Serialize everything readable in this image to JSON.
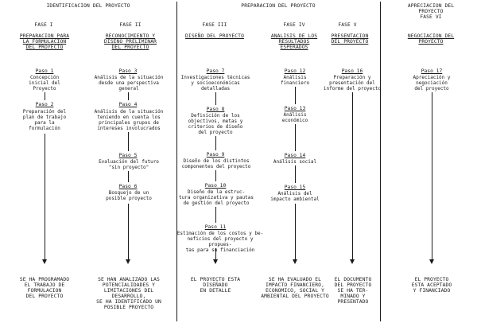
{
  "headers": {
    "identification": "IDENTIFICACION DEL PROYECTO",
    "preparation": "PREPARACION DEL PROYECTO",
    "appreciation": "APRECIACION DEL\nPROYECTO\nFASE VI"
  },
  "phases": [
    {
      "label": "FASE I",
      "title": "PREPARACION PARA\nLA FORMULACION\nDEL PROYECTO"
    },
    {
      "label": "FASE II",
      "title": "RECONOCIMIENTO Y\nDISEÑO PRELIMINAR\nDEL PROYECTO"
    },
    {
      "label": "FASE III",
      "title": "DISEÑO DEL PROYECTO"
    },
    {
      "label": "FASE IV",
      "title": "ANALISIS DE LOS\nRESULTADOS\nESPERADOS"
    },
    {
      "label": "FASE V",
      "title": "PRESENTACION\nDEL PROYECTO"
    },
    {
      "label": "",
      "title": "NEGOCIACION DEL\nPROYECTO"
    }
  ],
  "steps": [
    {
      "label": "Paso 1",
      "text": "Concepción\ninicial del\nProyecto"
    },
    {
      "label": "Paso 2",
      "text": "Preparación del\nplan de trabajo\npara la\nformulación"
    },
    {
      "label": "Paso 3",
      "text": "Análisis de la situación\ndesde una perspectiva\ngeneral"
    },
    {
      "label": "Paso 4",
      "text": "Análisis de la situación\nteniendo en cuenta los\nprincipales grupos de\nintereses involucrados"
    },
    {
      "label": "Paso 5",
      "text": "Evaluación del futuro\n\"sin proyecto\""
    },
    {
      "label": "Paso 6",
      "text": "Bosquejo de un\nposible proyecto"
    },
    {
      "label": "Paso 7",
      "text": "Investigaciones técnicas\ny socioeconómicas\ndetalladas"
    },
    {
      "label": "Paso 8",
      "text": "Definición de los\nobjectivos, metas y\ncriterios de diseño\ndel proyecto"
    },
    {
      "label": "Paso 9",
      "text": "Diseño de los distintos\ncomponentes del proyecto"
    },
    {
      "label": "Paso 10",
      "text": "Diseño de la estruc-\ntura organizativa y pautas\nde gestión del proyecto"
    },
    {
      "label": "Paso 11",
      "text": "Estimación de los costos y be-\nneficios del proyecto y propues-\ntas para su financiación"
    },
    {
      "label": "Paso 12",
      "text": "Análisis\nfinanciero"
    },
    {
      "label": "Paso 13",
      "text": "Análisis\neconómico"
    },
    {
      "label": "Paso 14",
      "text": "Análisis social"
    },
    {
      "label": "Paso 15",
      "text": "Análisis del\nimpacto ambiental"
    },
    {
      "label": "Paso 16",
      "text": "Preparación y\npresentación del\ninforme del proyecto"
    },
    {
      "label": "Paso 17",
      "text": "Apreciación y\nnegociación\ndel proyecto"
    }
  ],
  "outcomes": [
    "SE HA PROGRAMADO\nEL TRABAJO DE\nFORMULACION\nDEL PROYECTO",
    "SE HAN ANALIZADO LAS\nPOTENCIALIDADES Y\nLIMITACIONES DEL\nDESARROLLO,\nSE HA IDENTIFICADO UN\nPOSIBLE PROYECTO",
    "EL PROYECTO ESTA\nDISEÑADO\nEN DETALLE",
    "SE HA EVALUADO EL\nIMPACTO FINANCIERO,\nECONOMICO, SOCIAL Y\nAMBIENTAL DEL PROYECTO",
    "EL DOCUMENTO\nDEL PROYECTO\nSE HA TER-\nMINADO Y\nPRESENTADO",
    "EL PROYECTO\nESTA ACEPTADO\nY FINANCIADO"
  ]
}
